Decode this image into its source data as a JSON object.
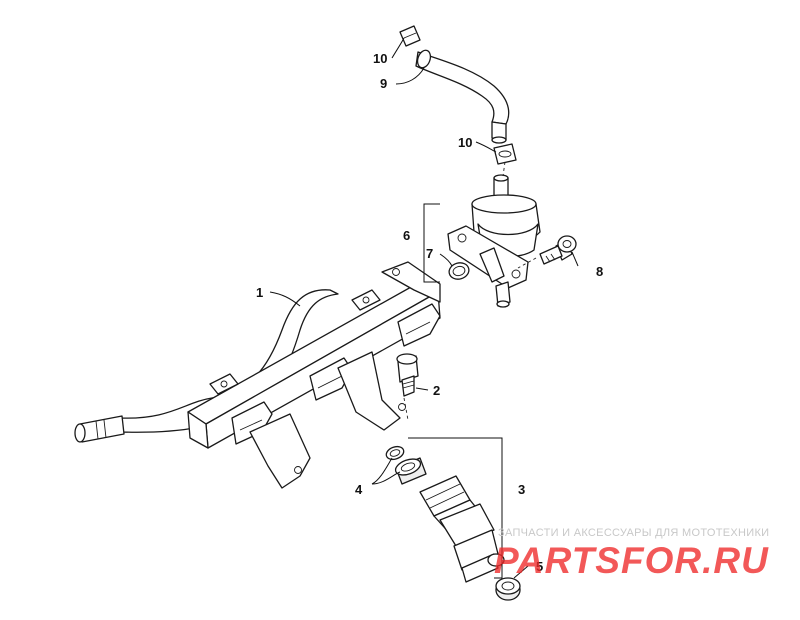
{
  "diagram": {
    "callouts": {
      "c1": "1",
      "c2": "2",
      "c3": "3",
      "c4": "4",
      "c5": "5",
      "c6": "6",
      "c7": "7",
      "c8": "8",
      "c9": "9",
      "c10a": "10",
      "c10b": "10"
    }
  },
  "watermark": {
    "caption": "ЗАПЧАСТИ И АКСЕССУАРЫ ДЛЯ МОТОТЕХНИКИ",
    "logo": "PARTSFOR.RU",
    "logo_color": "#ef2a2a",
    "caption_color": "#c8c8c8"
  },
  "colors": {
    "line": "#1a1a1a",
    "background": "#ffffff"
  }
}
